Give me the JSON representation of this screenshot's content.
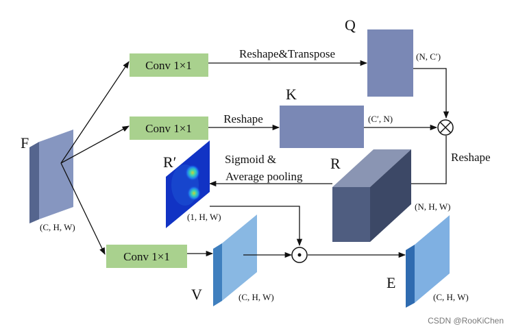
{
  "labels": {
    "F": "F",
    "F_dims": "(C, H, W)",
    "conv": "Conv 1×1",
    "reshape_transpose": "Reshape&Transpose",
    "reshape_k": "Reshape",
    "Q": "Q",
    "Q_dims": "(N, C′)",
    "K": "K",
    "K_dims": "(C′, N)",
    "reshape_r": "Reshape",
    "R": "R",
    "R_dims": "(N, H, W)",
    "sigmoid_line1": "Sigmoid &",
    "sigmoid_line2": "Average pooling",
    "R_prime": "R′",
    "R_prime_dims": "(1, H, W)",
    "V": "V",
    "V_dims": "(C, H, W)",
    "E": "E",
    "E_dims": "(C, H, W)",
    "multiply_symbol": "⊗",
    "dot_symbol": "⊙",
    "watermark": "CSDN @RooKiChen"
  },
  "colors": {
    "conv_fill": "#a9d18e",
    "qk_fill": "#7a88b5",
    "feature_front": "#5a6b94",
    "feature_side": "#8696c0",
    "r_front": "#4f5d80",
    "r_top": "#8a95b3",
    "r_side": "#3c4866",
    "v_front": "#3f7fbe",
    "v_side": "#89b8e3",
    "e_front": "#2f6bb0",
    "e_side": "#7fb0e2"
  }
}
